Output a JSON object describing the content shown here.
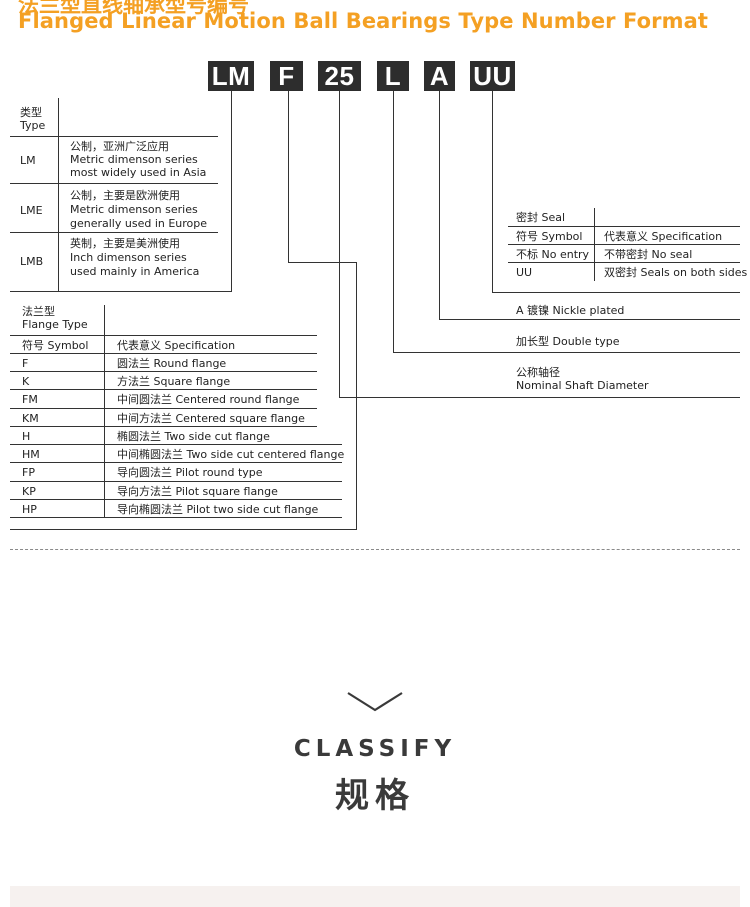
{
  "header": {
    "title_cut": "法兰型直线轴承型号编号",
    "title": "Flanged Linear Motion Ball Bearings Type Number Format"
  },
  "code": [
    "LM",
    "F",
    "25",
    "L",
    "A",
    "UU"
  ],
  "type_table": {
    "header_cn": "类型",
    "header_en": "Type",
    "rows": [
      {
        "code": "LM",
        "l1": "公制，亚洲广泛应用",
        "l2": "Metric dimenson series",
        "l3": "most widely used in Asia"
      },
      {
        "code": "LME",
        "l1": "公制，主要是欧洲使用",
        "l2": "Metric dimenson series",
        "l3": "generally used in Europe"
      },
      {
        "code": "LMB",
        "l1": "英制，主要是美洲使用",
        "l2": "Inch dimenson series",
        "l3": "used mainly in America"
      }
    ]
  },
  "flange_table": {
    "header_cn": "法兰型",
    "header_en": "Flange Type",
    "col1": "符号 Symbol",
    "col2": "代表意义 Specification",
    "rows": [
      {
        "sym": "F",
        "spec": "圆法兰 Round flange"
      },
      {
        "sym": "K",
        "spec": "方法兰 Square flange"
      },
      {
        "sym": "FM",
        "spec": "中间圆法兰 Centered round flange"
      },
      {
        "sym": "KM",
        "spec": "中间方法兰 Centered square flange"
      },
      {
        "sym": "H",
        "spec": "椭圆法兰 Two side cut flange"
      },
      {
        "sym": "HM",
        "spec": "中间椭圆法兰 Two side cut centered flange"
      },
      {
        "sym": "FP",
        "spec": "导向圆法兰 Pilot round type"
      },
      {
        "sym": "KP",
        "spec": "导向方法兰 Pilot square flange"
      },
      {
        "sym": "HP",
        "spec": "导向椭圆法兰 Pilot two side cut flange"
      }
    ]
  },
  "seal_table": {
    "header": "密封 Seal",
    "col1": "符号 Symbol",
    "col2": "代表意义 Specification",
    "rows": [
      {
        "sym": "不标 No entry",
        "spec": "不带密封 No seal"
      },
      {
        "sym": "UU",
        "spec": "双密封 Seals on both sides"
      }
    ]
  },
  "labels": {
    "nickel": "A  镀镍  Nickle plated",
    "double": "加长型 Double type",
    "shaft_cn": "公称轴径",
    "shaft_en": "Nominal Shaft Diameter"
  },
  "footer": {
    "classify": "CLASSIFY",
    "guige": "规格"
  }
}
